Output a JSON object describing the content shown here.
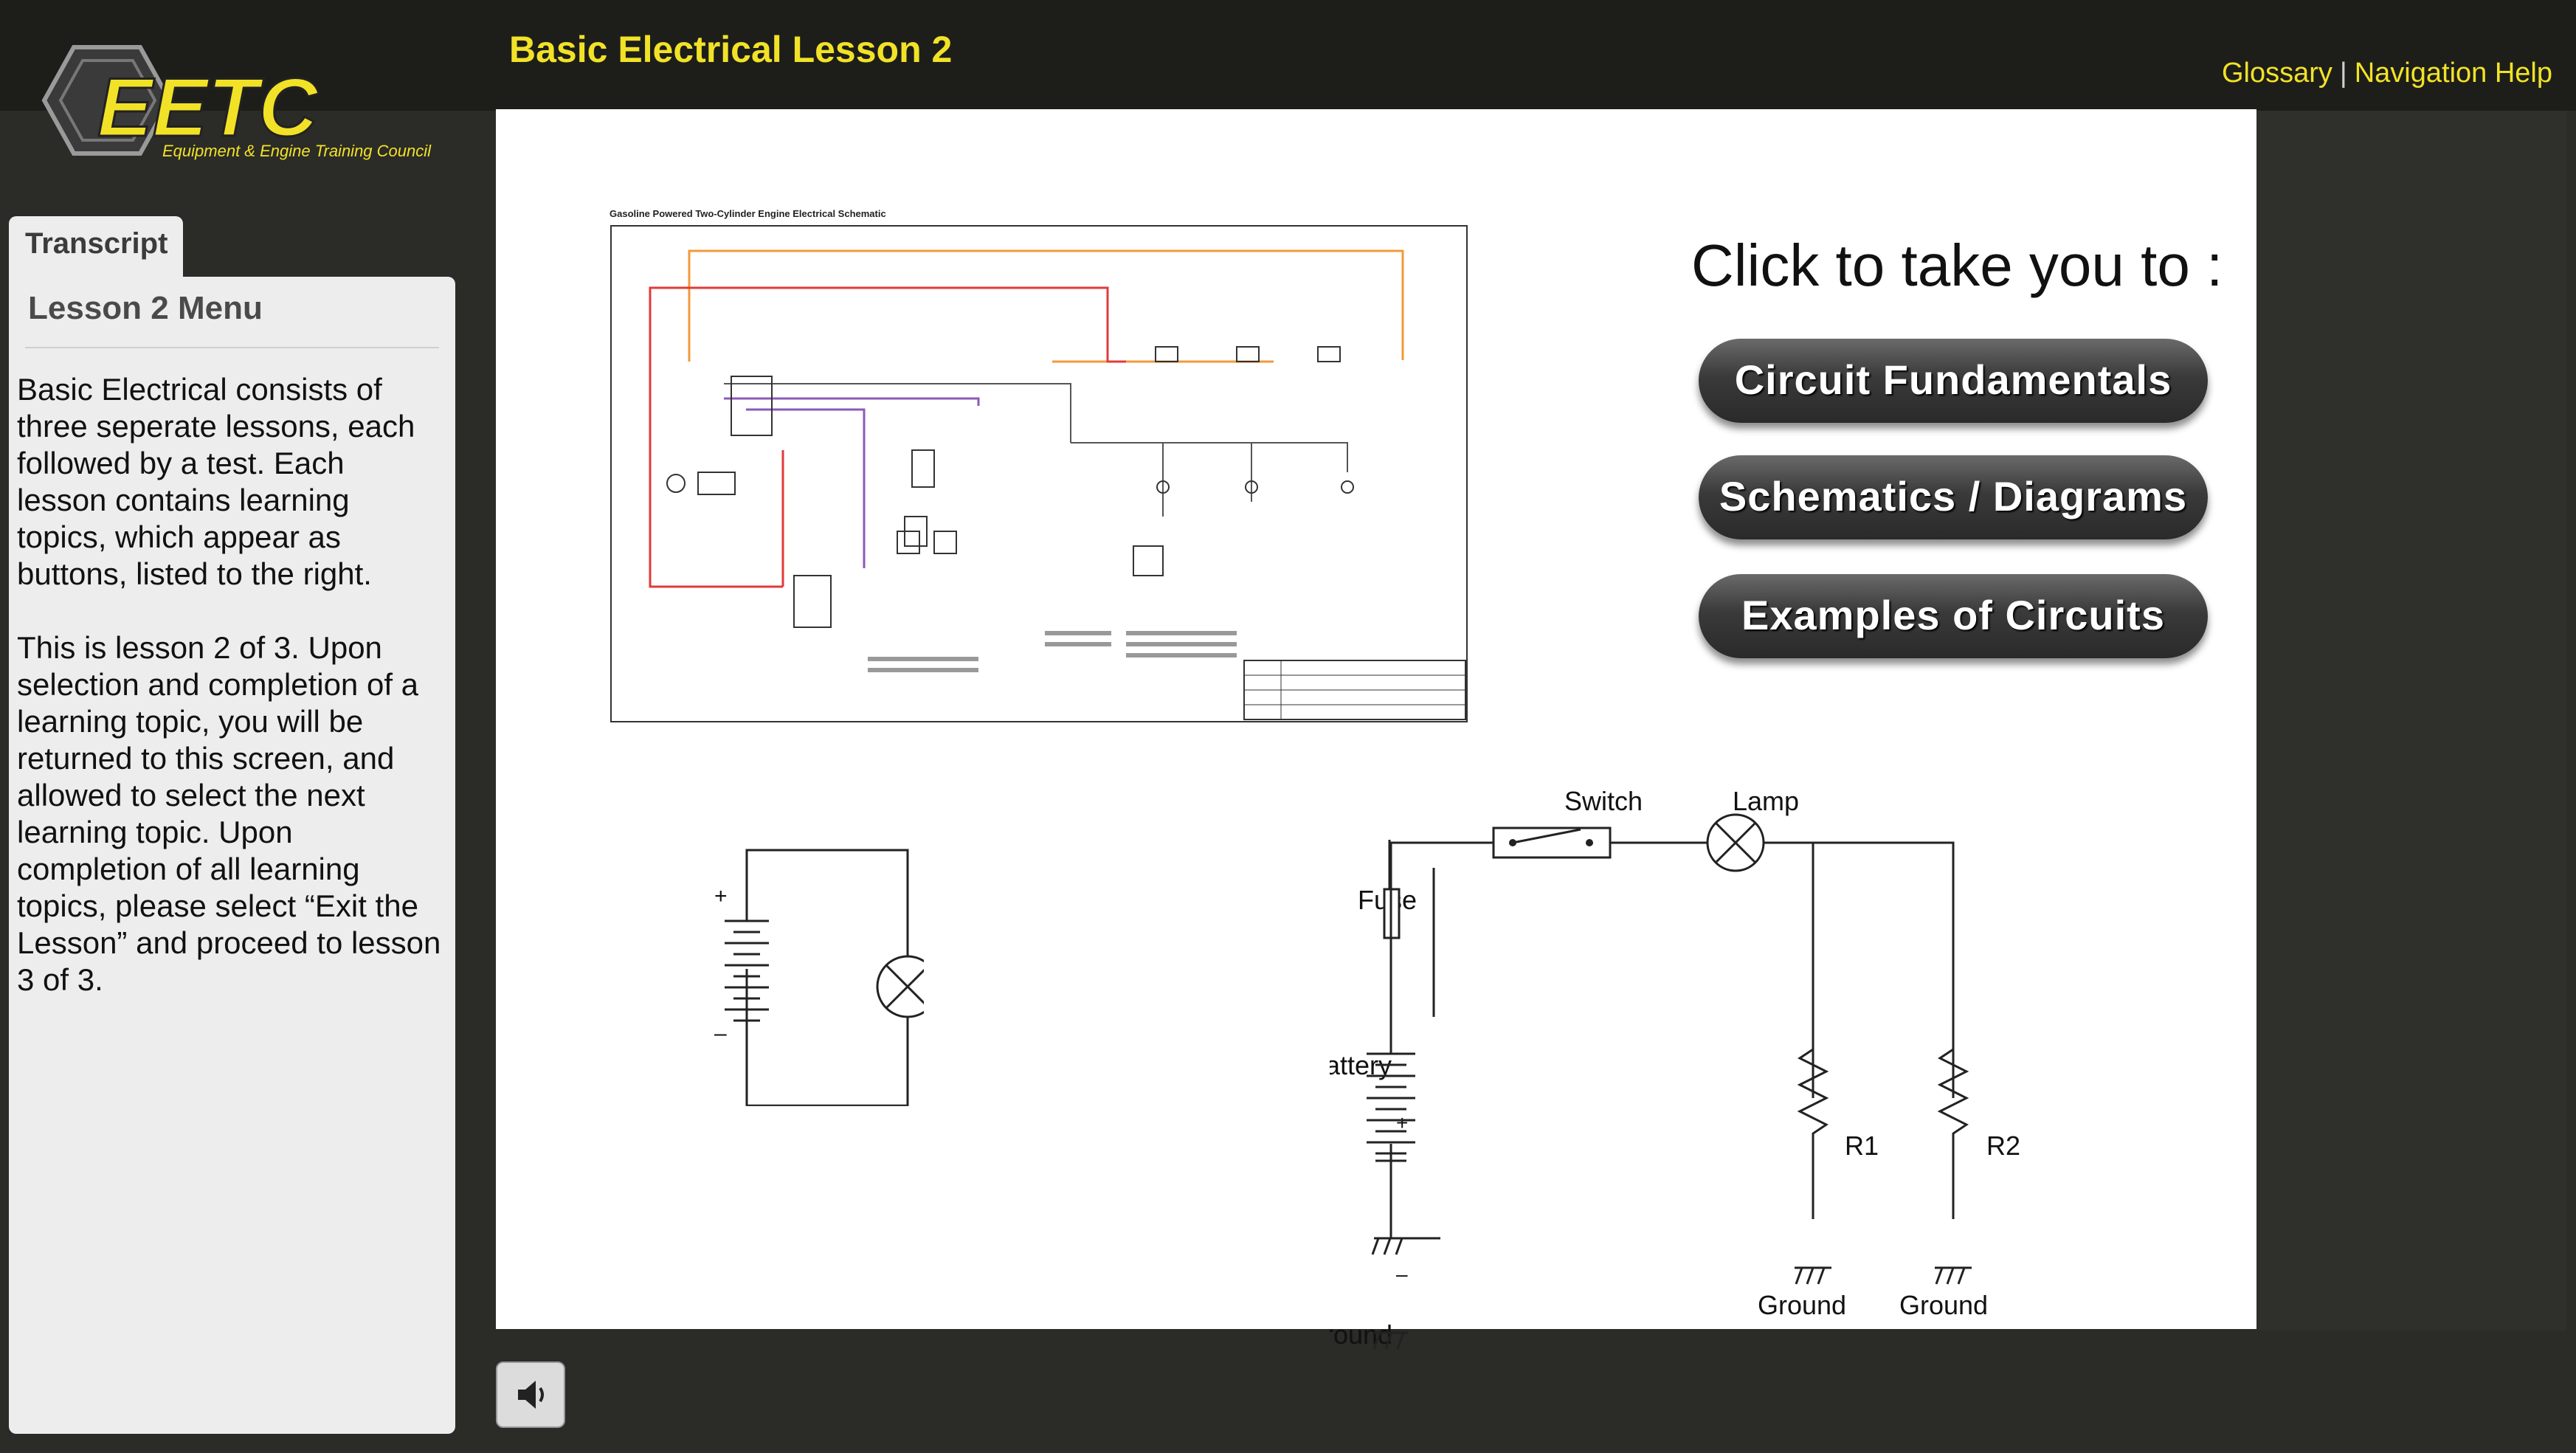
{
  "header": {
    "logo_text": "EETC",
    "logo_subtitle": "Equipment & Engine Training Council",
    "course_title": "Basic Electrical Lesson 2",
    "links": [
      "Glossary",
      "Navigation Help"
    ],
    "separator": "|"
  },
  "sidebar": {
    "tab_label": "Transcript",
    "menu_title": "Lesson 2 Menu",
    "paragraphs": [
      "Basic Electrical consists of three seperate lessons, each followed by a test. Each lesson contains learning topics, which appear as buttons, listed to the right.",
      "This is lesson 2 of 3. Upon selection and completion of a learning topic, you will be returned to this screen, and allowed to select the next learning topic. Upon completion of all learning topics, please select “Exit the Lesson” and proceed to lesson 3 of 3."
    ]
  },
  "main": {
    "schematic_title": "Gasoline Powered Two-Cylinder Engine Electrical Schematic",
    "prompt": "Click to take you to :",
    "topics": [
      "Circuit Fundamentals",
      "Schematics / Diagrams",
      "Examples of Circuits"
    ],
    "circuit_labels": {
      "switch": "Switch",
      "lamp": "Lamp",
      "fuse": "Fuse",
      "battery": "Battery",
      "ground": "Ground",
      "r1": "R1",
      "r2": "R2",
      "plus": "+",
      "minus": "–"
    }
  },
  "colors": {
    "accent_yellow": "#f2e227",
    "header_bg": "#1d1e1a",
    "button_dark": "#3a3a3a"
  },
  "icons": {
    "audio": "speaker-icon"
  }
}
